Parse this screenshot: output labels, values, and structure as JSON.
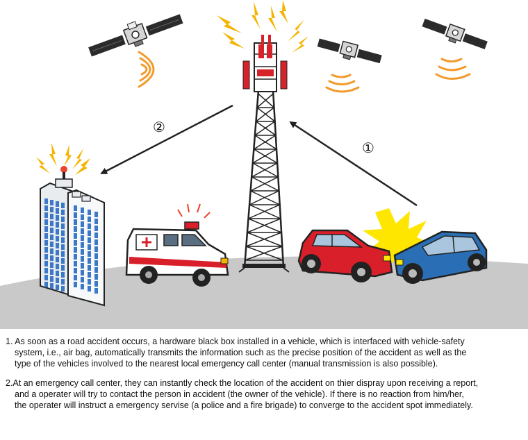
{
  "diagram": {
    "step_markers": [
      "②",
      "①"
    ],
    "colors": {
      "ground": "#c9c9c9",
      "signal": "#f5b400",
      "radio_wave": "#f39a2b",
      "tower": "#222222",
      "tower_antenna": "#d8222a",
      "red_car": "#d9202a",
      "blue_car": "#2a6fb5",
      "crash_burst": "#ffe600",
      "building": "#e9ecef",
      "building_window": "#3c78c8",
      "beacon": "#e8452c"
    }
  },
  "captions": {
    "step1": {
      "lines": [
        "1. As soon as a road accident occurs, a hardware black box installed in a vehicle, which is interfaced with vehicle-safety",
        "system, i.e., air bag, automatically transmits the information such as the precise position of the accident as well as the",
        "type of the vehicles involved to the nearest local emergency call center (manual transmission is also possible)."
      ]
    },
    "step2": {
      "lines": [
        "2.At an emergency call center, they can instantly check the location of the accident on thier dispray upon receiving a report,",
        "and a operater will try to contact the person in accident (the owner of the vehicle). If there is no reaction from him/her,",
        "the operater will instruct a emergency servise (a police and a fire brigade) to converge to the accident spot immediately."
      ]
    }
  }
}
